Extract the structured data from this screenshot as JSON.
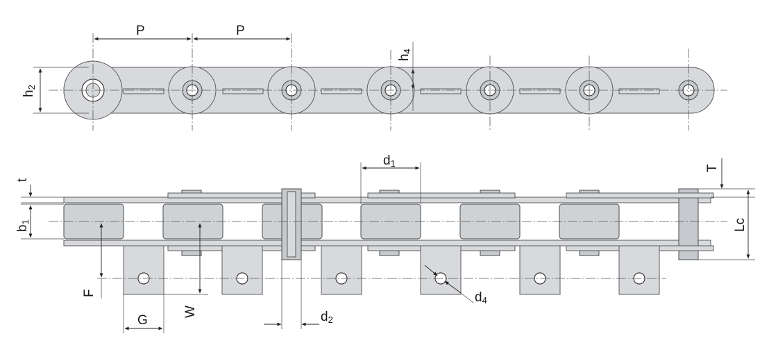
{
  "top_view": {
    "pitch_label_1": "P",
    "pitch_label_2": "P",
    "plate_height_label": "h",
    "plate_height_sub": "2",
    "attachment_height_label": "h",
    "attachment_height_sub": "4"
  },
  "side_view": {
    "roller_diameter_label": "d",
    "roller_diameter_sub": "1",
    "plate_thickness_label": "t",
    "inner_width_label": "b",
    "inner_width_sub": "1",
    "pin_overhang_label": "T",
    "pin_length_label": "Lc",
    "hole_height_label": "F",
    "attachment_width_label": "G",
    "attachment_depth_label": "W",
    "pin_diameter_label": "d",
    "pin_diameter_sub": "2",
    "hole_diameter_label": "d",
    "hole_diameter_sub": "4"
  }
}
